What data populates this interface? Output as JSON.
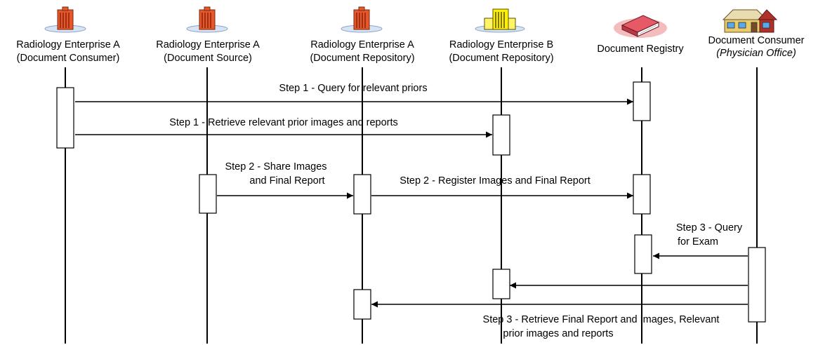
{
  "actors": [
    {
      "key": "rad-a-consumer",
      "name": "Radiology Enterprise A",
      "role": "(Document Consumer)",
      "role_italic": false,
      "icon": "building-orange-icon"
    },
    {
      "key": "rad-a-source",
      "name": "Radiology Enterprise A",
      "role": "(Document Source)",
      "role_italic": false,
      "icon": "building-orange-icon"
    },
    {
      "key": "rad-a-repository",
      "name": "Radiology Enterprise A",
      "role": "(Document Repository)",
      "role_italic": false,
      "icon": "building-orange-icon"
    },
    {
      "key": "rad-b-repository",
      "name": "Radiology Enterprise B",
      "role": "(Document Repository)",
      "role_italic": false,
      "icon": "building-yellow-icon"
    },
    {
      "key": "registry",
      "name": "Document Registry",
      "role": "",
      "role_italic": false,
      "icon": "registry-book-icon"
    },
    {
      "key": "physician",
      "name": "Document Consumer",
      "role": "(Physician Office)",
      "role_italic": true,
      "icon": "house-icon"
    }
  ],
  "messages": [
    {
      "label": [
        "Step 1 - Query for relevant priors"
      ],
      "from": 0,
      "to": 4
    },
    {
      "label": [
        "Step 1 - Retrieve relevant prior images and reports"
      ],
      "from": 0,
      "to": 3
    },
    {
      "label": [
        "Step 2 - Share Images",
        "and Final Report"
      ],
      "from": 1,
      "to": 2
    },
    {
      "label": [
        "Step 2 - Register Images and Final Report"
      ],
      "from": 2,
      "to": 4
    },
    {
      "label": [
        "Step 3 - Query",
        "for Exam"
      ],
      "from": 5,
      "to": 4
    },
    {
      "label": [],
      "from": 5,
      "to": 3
    },
    {
      "label": [
        "Step 3 - Retrieve Final Report and Images, Relevant",
        "prior images and reports"
      ],
      "from": 5,
      "to": 2
    }
  ],
  "colors": {
    "building_orange": "#e8562a",
    "building_yellow": "#ffef00",
    "registry_book": "#e55a66",
    "house_roof": "#b0302a",
    "house_wall": "#e8cc6a",
    "line": "#000000"
  }
}
